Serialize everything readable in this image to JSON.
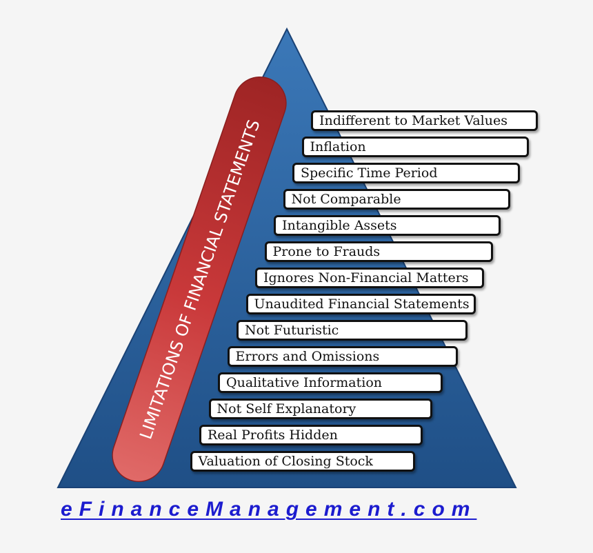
{
  "title": "LIMITATIONS OF FINANCIAL STATEMENTS",
  "items": [
    "Indifferent to Market Values",
    "Inflation",
    "Specific Time Period",
    "Not Comparable",
    "Intangible Assets",
    "Prone to Frauds",
    "Ignores Non-Financial Matters",
    "Unaudited Financial Statements",
    "Not Futuristic",
    "Errors and Omissions",
    "Qualitative Information",
    "Not Self Explanatory",
    "Real Profits Hidden",
    "Valuation of  Closing Stock"
  ],
  "footer": {
    "site": "eFinanceManagement.com"
  },
  "colors": {
    "triangle_top": "#3b78b8",
    "triangle_bottom": "#1f4f86",
    "banner": "#c9393a",
    "bar_fill": "#ffffff",
    "link": "#1c1ccf"
  }
}
